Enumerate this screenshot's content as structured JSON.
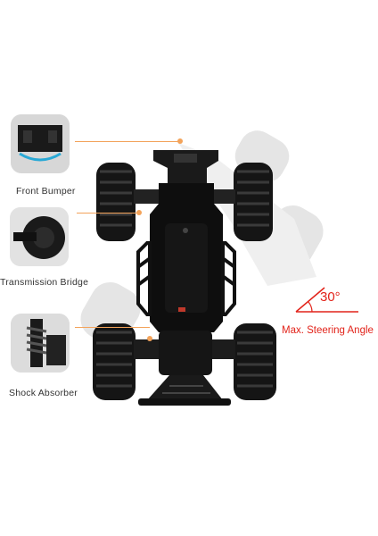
{
  "callouts": {
    "front_bumper": "Front Bumper",
    "transmission_bridge": "Transmission Bridge",
    "shock_absorber": "Shock Absorber"
  },
  "steering": {
    "angle": "30°",
    "label": "Max. Steering Angle"
  },
  "colors": {
    "accent": "#f3a35a",
    "highlight": "#e2231a",
    "chassis": "#111111",
    "ghost": "#d9d9d9"
  }
}
